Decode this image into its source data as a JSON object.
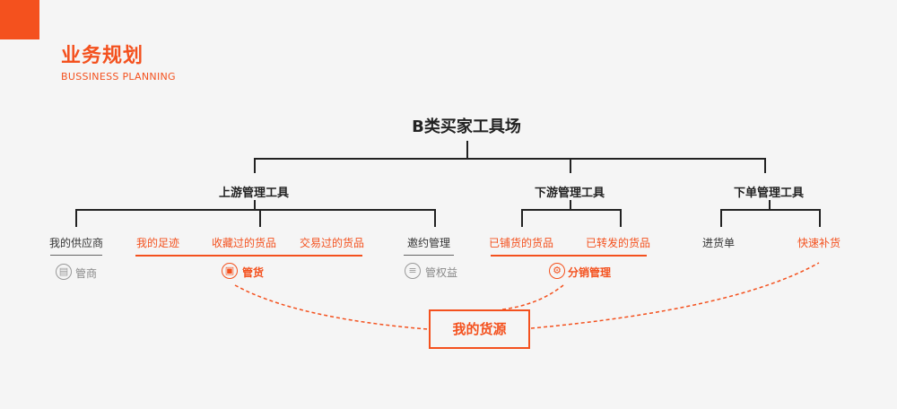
{
  "header": {
    "title": "业务规划",
    "subtitle": "BUSSINESS PLANNING"
  },
  "diagram": {
    "root": "B类买家工具场",
    "groups": [
      {
        "label": "上游管理工具",
        "leaves": [
          "我的供应商",
          "我的足迹",
          "收藏过的货品",
          "交易过的货品",
          "邀约管理"
        ],
        "categories": [
          "管商",
          "管货",
          "管权益"
        ]
      },
      {
        "label": "下游管理工具",
        "leaves": [
          "已铺货的货品",
          "已转发的货品"
        ],
        "categories": [
          "分销管理"
        ]
      },
      {
        "label": "下单管理工具",
        "leaves": [
          "进货单",
          "快速补货"
        ]
      }
    ],
    "result": "我的货源"
  },
  "colors": {
    "accent": "#f4511e",
    "line": "#222222",
    "muted": "#999999",
    "background": "#f5f5f5"
  },
  "icons": [
    "store-icon",
    "box-icon",
    "document-icon",
    "gear-icon"
  ]
}
